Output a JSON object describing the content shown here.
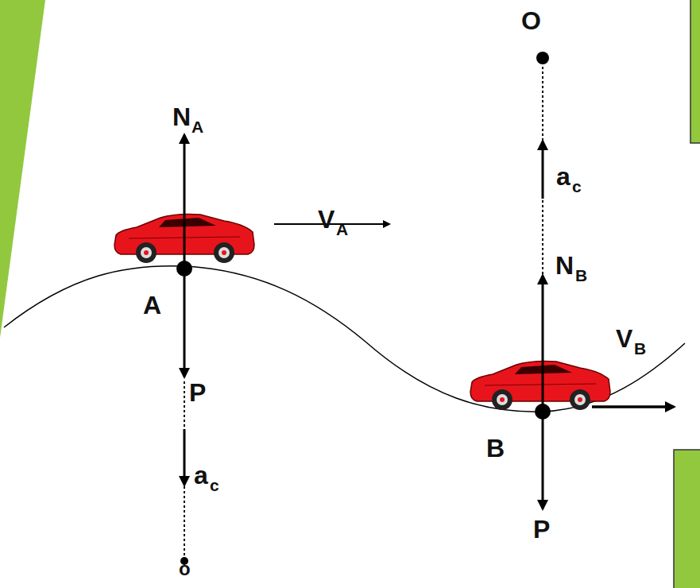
{
  "diagram": {
    "labels": [
      "O",
      "N",
      "A",
      "a",
      "c",
      "V",
      "A",
      "N",
      "B",
      "A",
      "V",
      "B",
      "P",
      "B",
      "a",
      "c",
      "P",
      "o"
    ]
  }
}
